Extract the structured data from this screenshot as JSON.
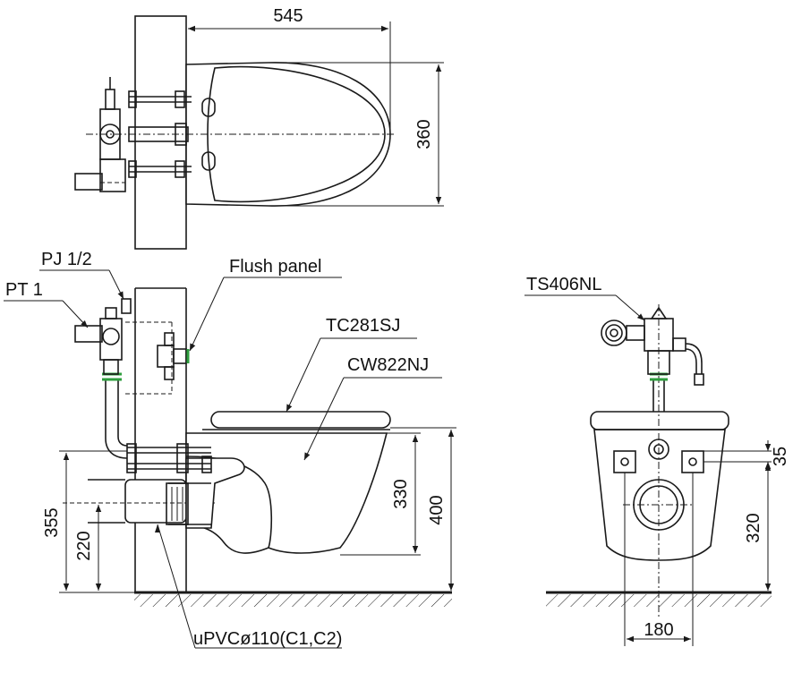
{
  "labels": {
    "pj": "PJ 1/2",
    "pt": "PT 1",
    "flush_panel": "Flush panel",
    "seat": "TC281SJ",
    "bowl": "CW822NJ",
    "flush_valve": "TS406NL",
    "drain_pipe": "uPVCø110(C1,C2)"
  },
  "dimensions": {
    "top_length": "545",
    "top_width": "360",
    "bowl_height": "330",
    "total_height": "400",
    "drain_height": "355",
    "outlet_height": "220",
    "front_height": "320",
    "front_offset": "35",
    "front_width": "180"
  },
  "colors": {
    "line": "#1a1a1a",
    "accent": "#2e9e3e"
  }
}
